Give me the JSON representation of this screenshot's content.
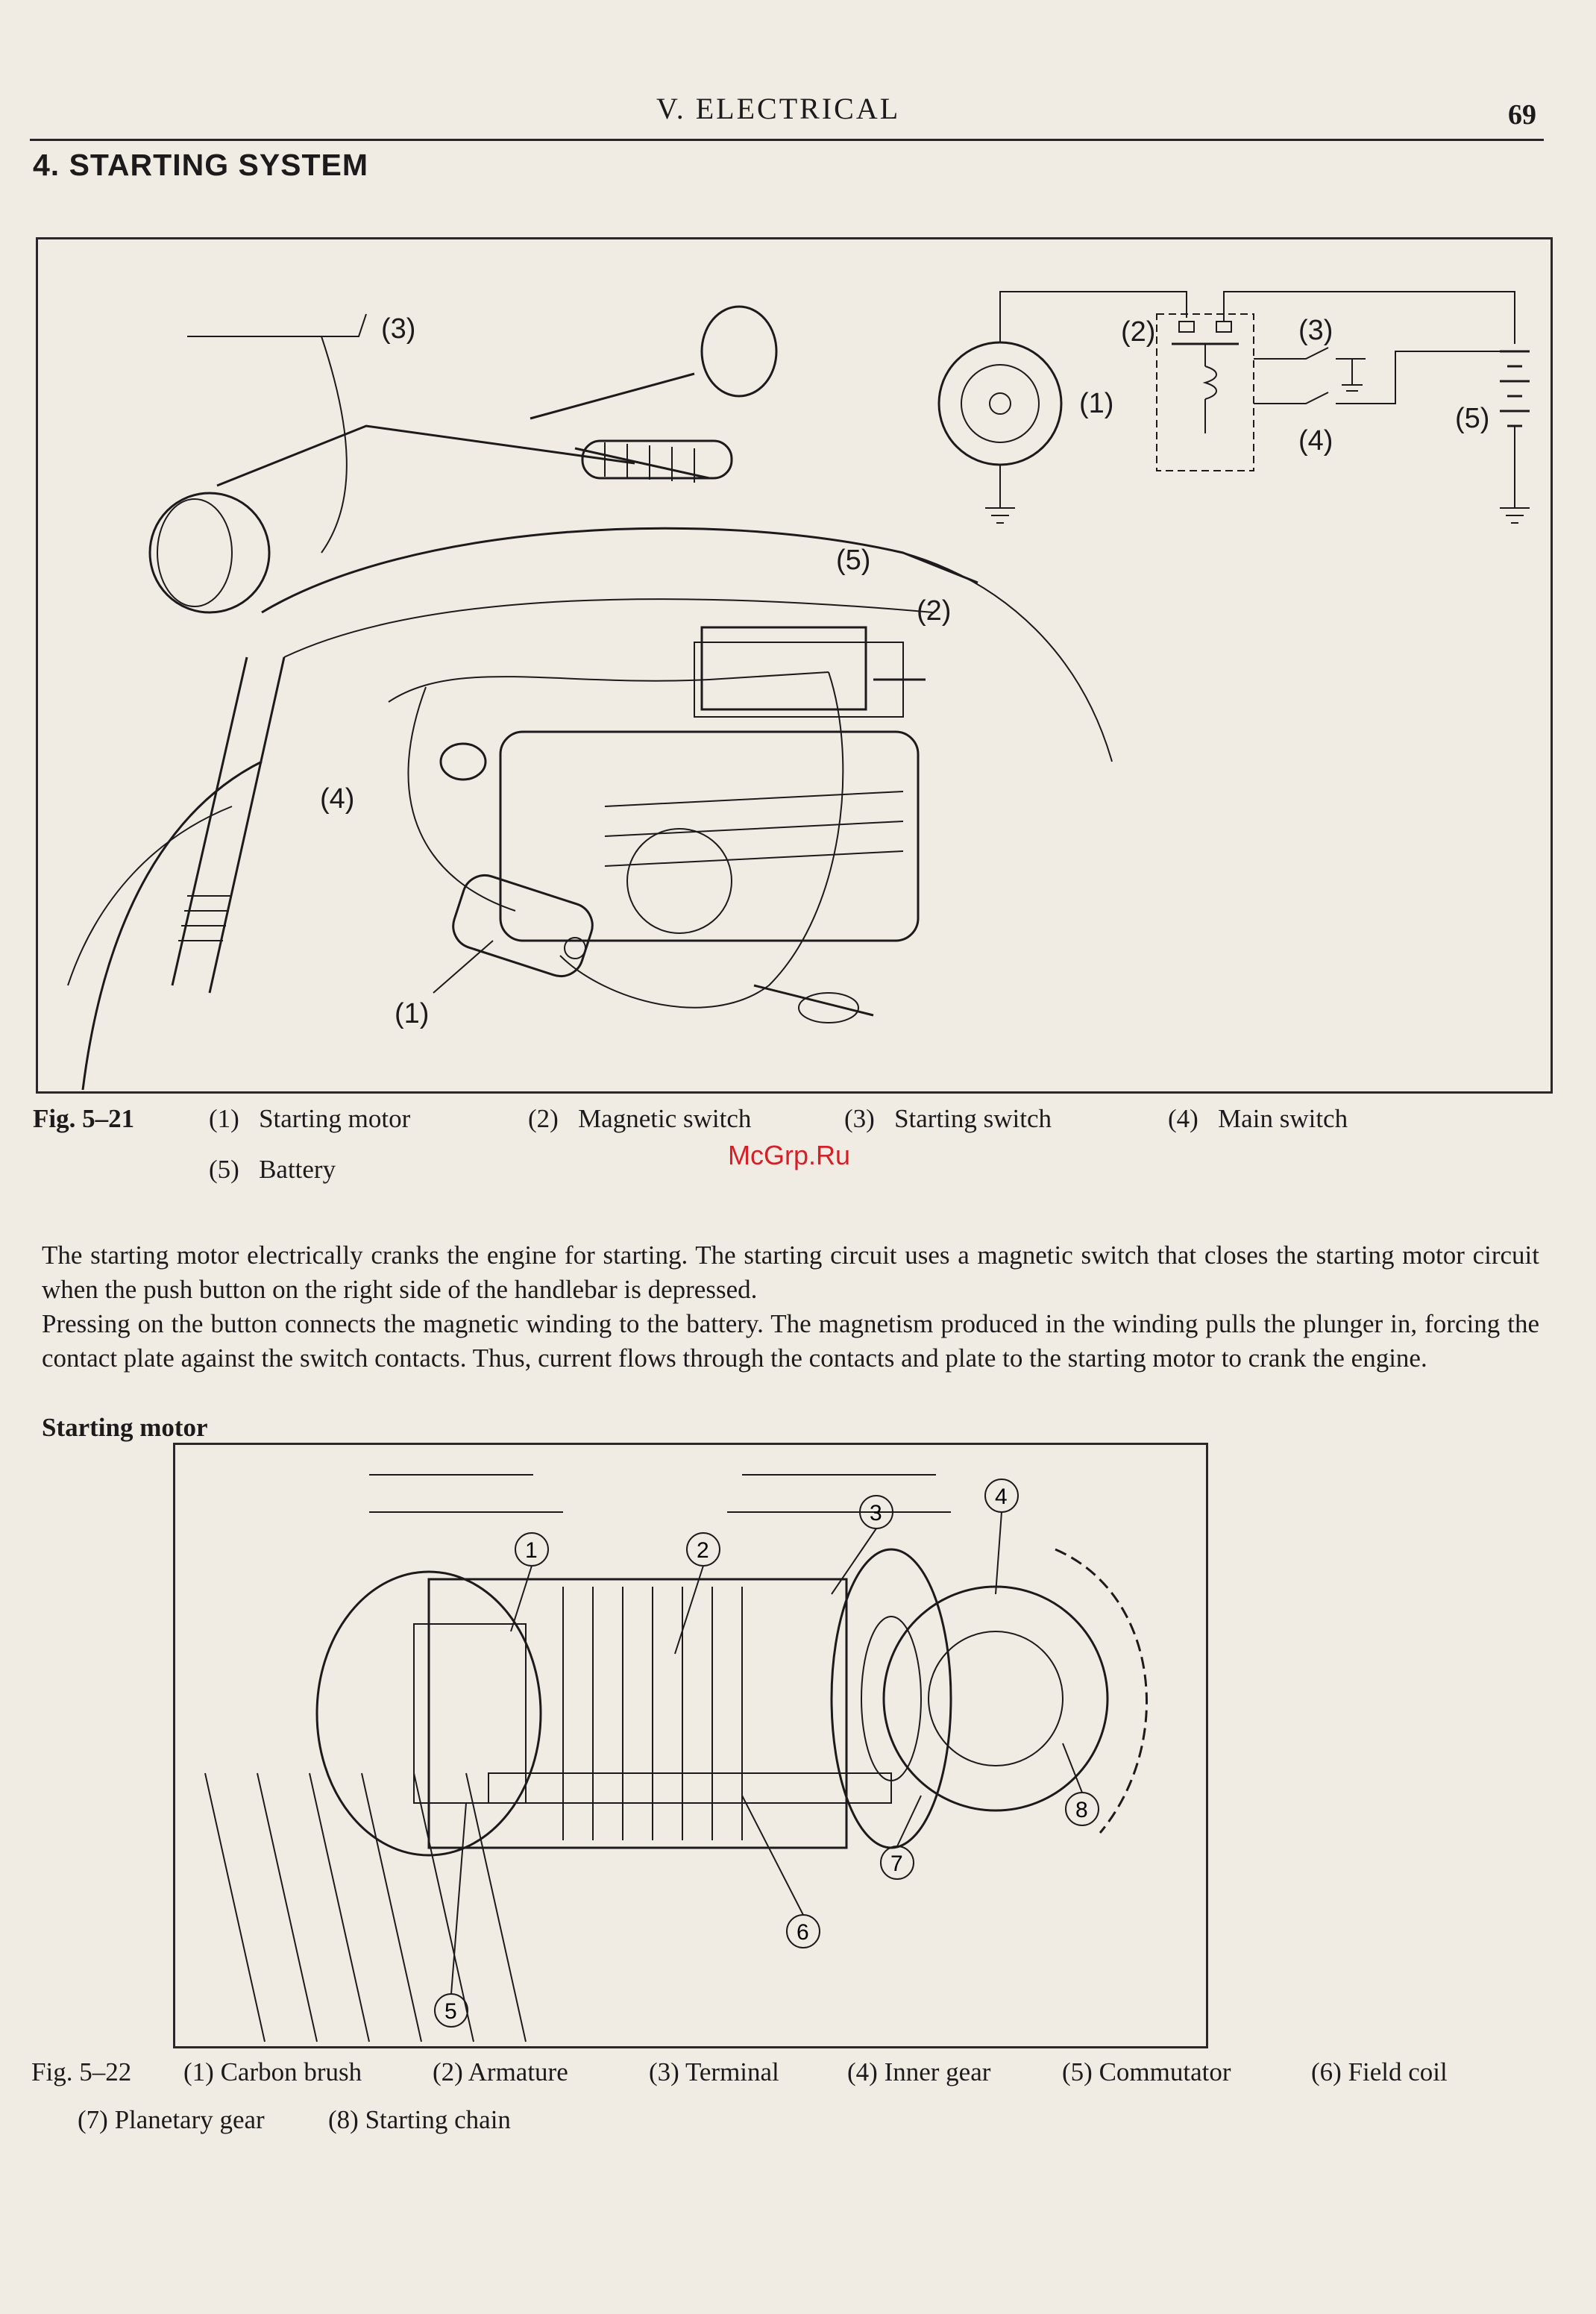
{
  "header": {
    "chapter": "V. ELECTRICAL",
    "page_number": "69"
  },
  "section_title": "4. STARTING SYSTEM",
  "figure_1": {
    "callouts": {
      "c1": "(1)",
      "c2": "(2)",
      "c3": "(3)",
      "c4": "(4)",
      "c5": "(5)",
      "s1": "(1)",
      "s2": "(2)",
      "s3": "(3)",
      "s4": "(4)",
      "s5": "(5)"
    },
    "caption": {
      "fig": "Fig. 5–21",
      "items": [
        {
          "num": "(1)",
          "label": "Starting motor"
        },
        {
          "num": "(2)",
          "label": "Magnetic switch"
        },
        {
          "num": "(3)",
          "label": "Starting switch"
        },
        {
          "num": "(4)",
          "label": "Main switch"
        },
        {
          "num": "(5)",
          "label": "Battery"
        }
      ]
    }
  },
  "watermark": "McGrp.Ru",
  "body": {
    "paragraph_1": "The starting motor electrically cranks the engine for starting. The starting circuit uses a magnetic switch that closes the starting motor circuit when the push button on the right side of the handlebar is depressed.",
    "paragraph_2": "Pressing on the button connects the magnetic winding to the battery. The magnetism produced in the winding pulls the plunger in, forcing the contact plate against the switch contacts. Thus, current flows through the contacts and plate to the starting motor to crank the engine."
  },
  "subheading": "Starting motor",
  "figure_2": {
    "callouts": [
      "1",
      "2",
      "3",
      "4",
      "5",
      "6",
      "7",
      "8"
    ],
    "caption": {
      "fig": "Fig. 5–22",
      "items": [
        {
          "num": "(1)",
          "label": "Carbon brush"
        },
        {
          "num": "(2)",
          "label": "Armature"
        },
        {
          "num": "(3)",
          "label": "Terminal"
        },
        {
          "num": "(4)",
          "label": "Inner gear"
        },
        {
          "num": "(5)",
          "label": "Commutator"
        },
        {
          "num": "(6)",
          "label": "Field coil"
        },
        {
          "num": "(7)",
          "label": "Planetary gear"
        },
        {
          "num": "(8)",
          "label": "Starting chain"
        }
      ]
    }
  }
}
